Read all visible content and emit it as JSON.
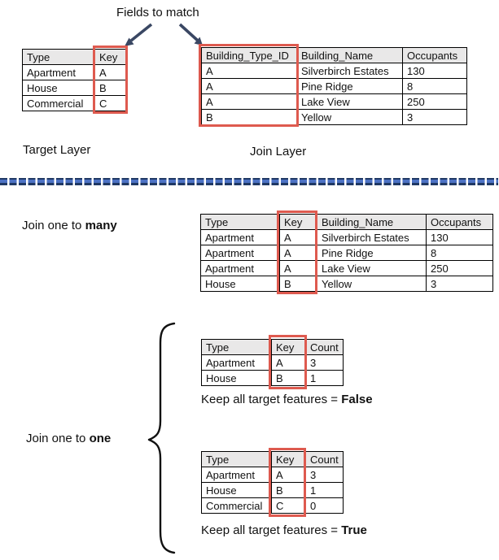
{
  "annotation": {
    "title": "Fields to match"
  },
  "labels": {
    "target_layer": "Target Layer",
    "join_layer": "Join Layer",
    "join_many": {
      "prefix": "Join one to ",
      "emphasis": "many"
    },
    "join_one": {
      "prefix": "Join one to ",
      "emphasis": "one"
    },
    "keep_false": {
      "prefix": "Keep all target features = ",
      "emphasis": "False"
    },
    "keep_true": {
      "prefix": "Keep all target features = ",
      "emphasis": "True"
    }
  },
  "tables": {
    "target": {
      "headers": [
        "Type",
        "Key"
      ],
      "rows": [
        [
          "Apartment",
          "A"
        ],
        [
          "House",
          "B"
        ],
        [
          "Commercial",
          "C"
        ]
      ]
    },
    "join": {
      "headers": [
        "Building_Type_ID",
        "Building_Name",
        "Occupants"
      ],
      "rows": [
        [
          "A",
          "Silverbirch Estates",
          "130"
        ],
        [
          "A",
          "Pine Ridge",
          "8"
        ],
        [
          "A",
          "Lake View",
          "250"
        ],
        [
          "B",
          "Yellow",
          "3"
        ]
      ]
    },
    "result_many": {
      "headers": [
        "Type",
        "Key",
        "Building_Name",
        "Occupants"
      ],
      "rows": [
        [
          "Apartment",
          "A",
          "Silverbirch Estates",
          "130"
        ],
        [
          "Apartment",
          "A",
          "Pine Ridge",
          "8"
        ],
        [
          "Apartment",
          "A",
          "Lake View",
          "250"
        ],
        [
          "House",
          "B",
          "Yellow",
          "3"
        ]
      ]
    },
    "result_one_false": {
      "headers": [
        "Type",
        "Key",
        "Count"
      ],
      "rows": [
        [
          "Apartment",
          "A",
          "3"
        ],
        [
          "House",
          "B",
          "1"
        ]
      ]
    },
    "result_one_true": {
      "headers": [
        "Type",
        "Key",
        "Count"
      ],
      "rows": [
        [
          "Apartment",
          "A",
          "3"
        ],
        [
          "House",
          "B",
          "1"
        ],
        [
          "Commercial",
          "C",
          "0"
        ]
      ]
    }
  },
  "icons": {
    "left_match_arrow": "diagonal-down-left-arrow",
    "right_match_arrow": "diagonal-down-right-arrow",
    "brace": "left-curly-brace",
    "divider": "dashed-blue-separator"
  },
  "colors": {
    "highlight_red": "#DE5A4F",
    "header_gray": "#E9E8E8",
    "arrow_navy": "#3A4763",
    "divider_dark": "#1F3864",
    "divider_light": "#4C72C4",
    "table_border": "#000000"
  }
}
